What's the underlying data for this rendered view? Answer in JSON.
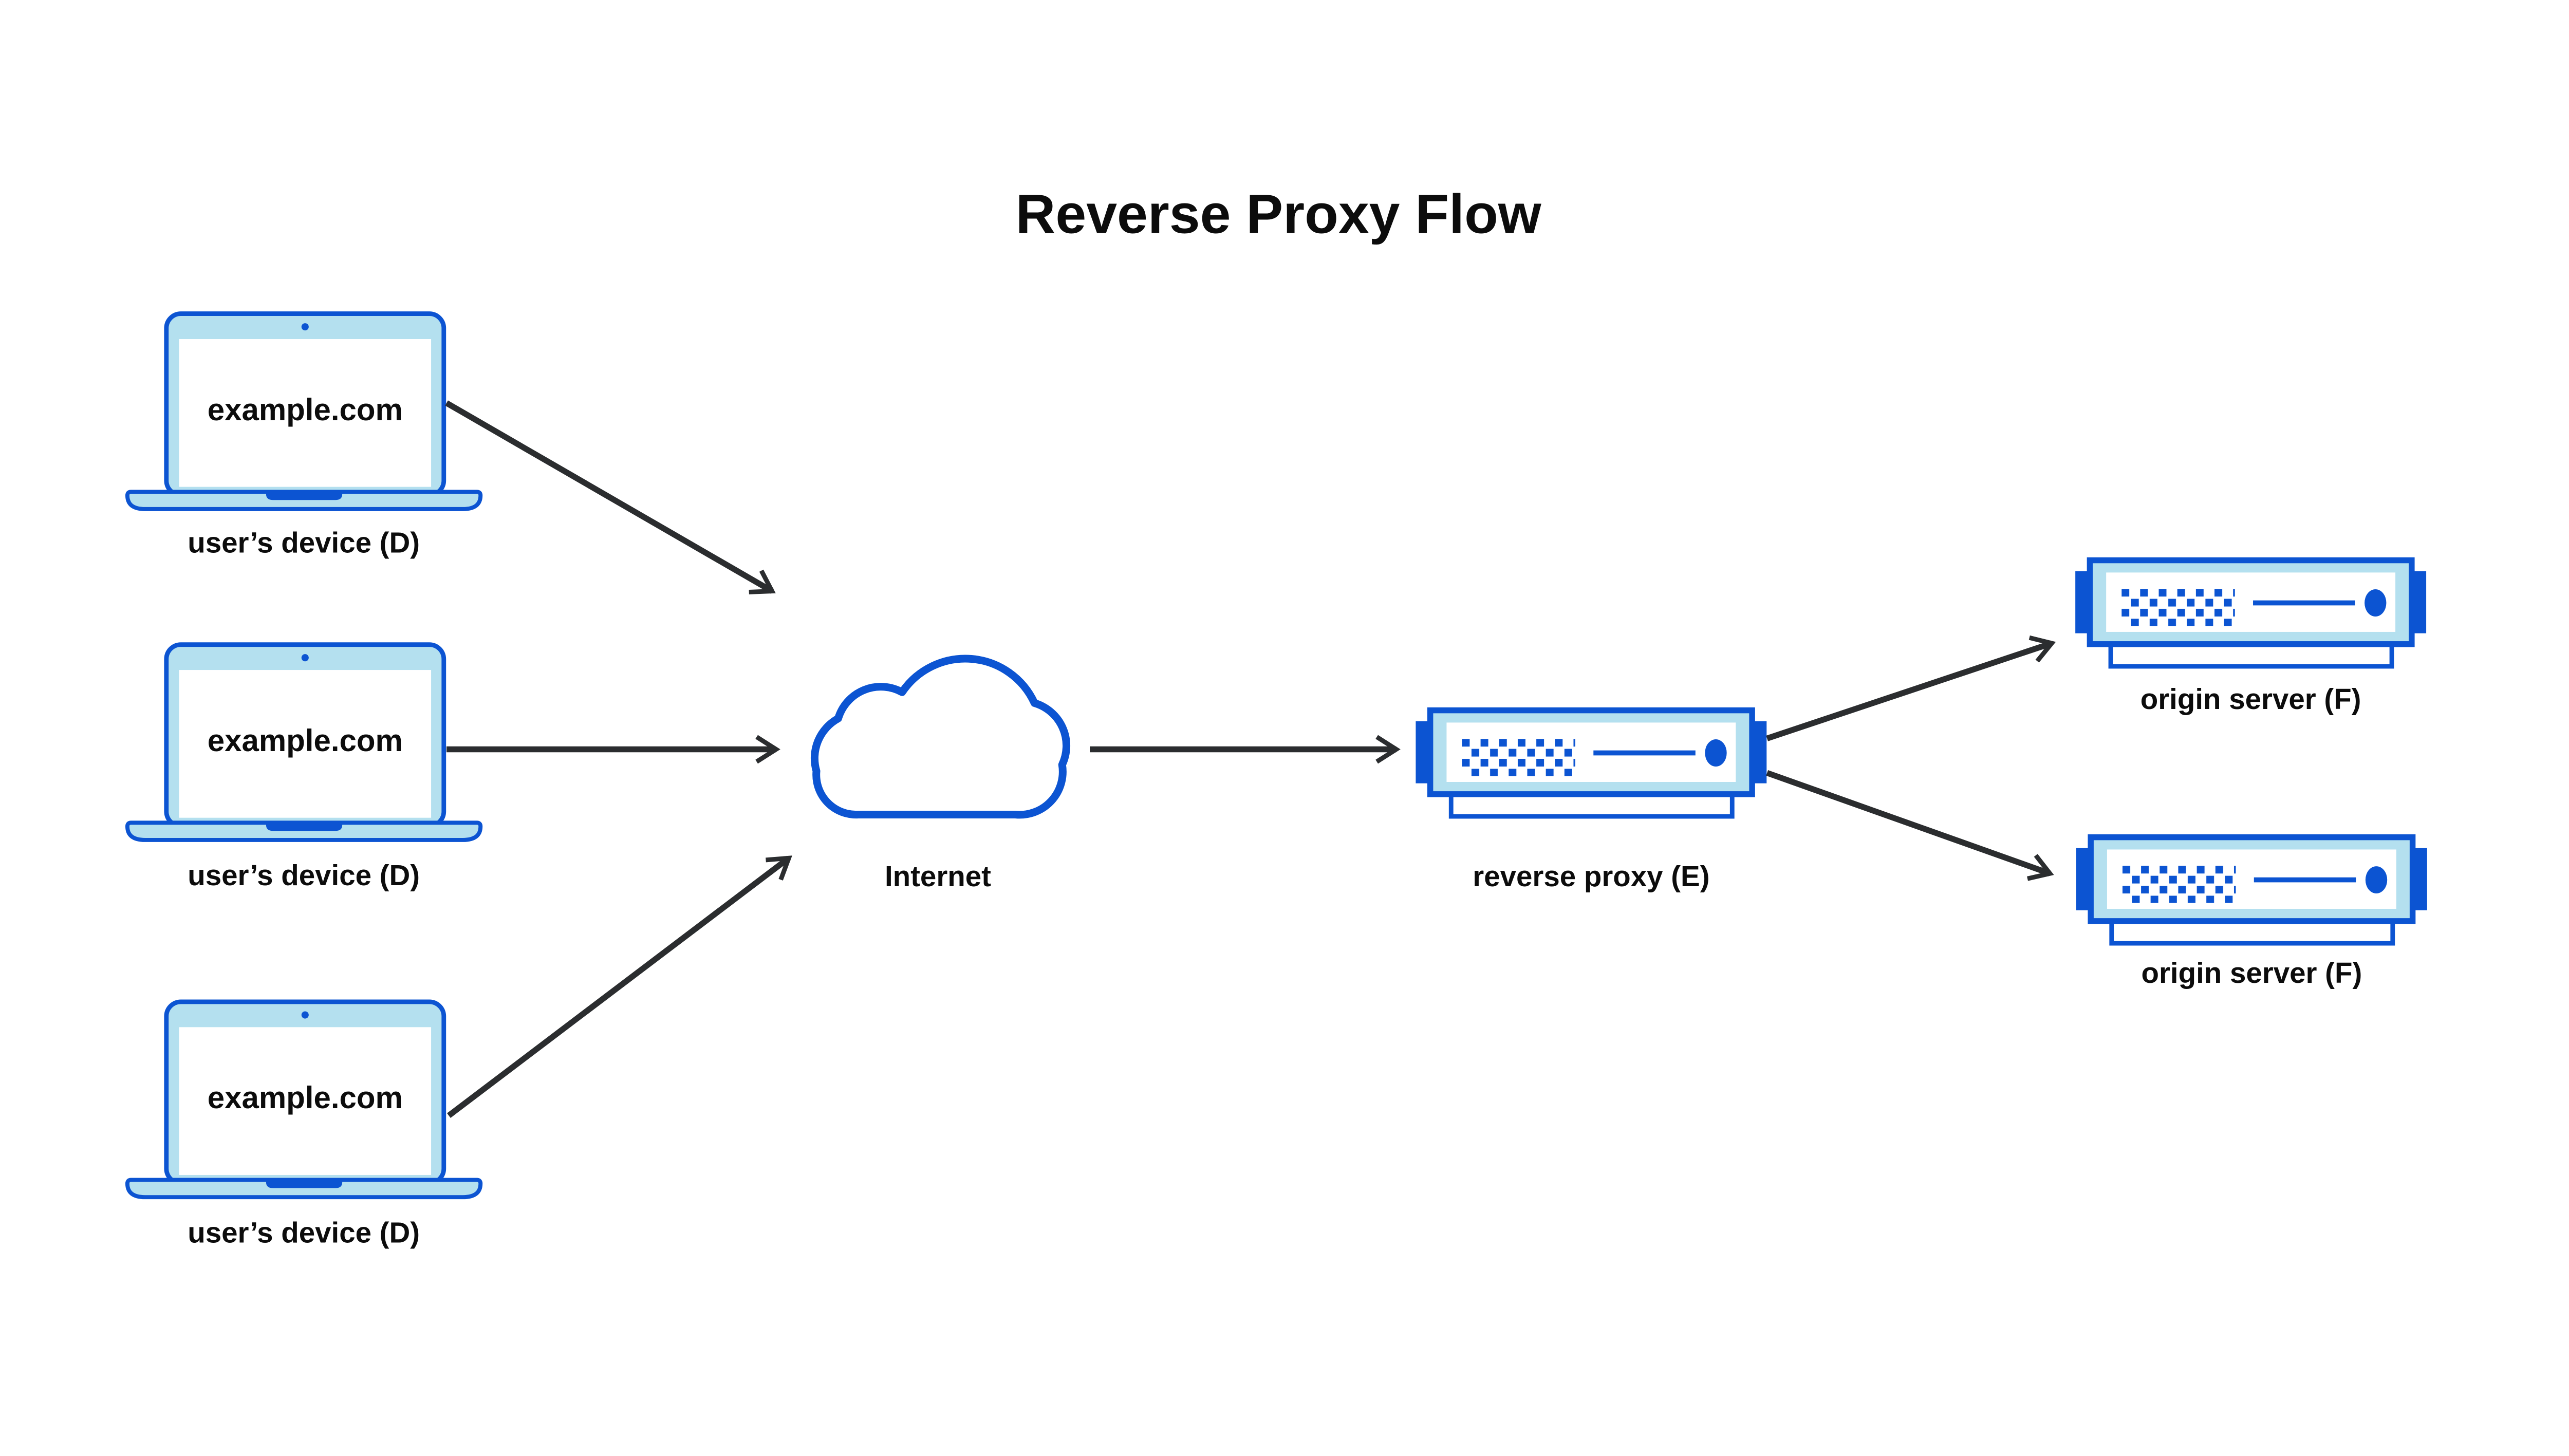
{
  "title": "Reverse Proxy Flow",
  "colors": {
    "blue": "#0c54d2",
    "light_blue": "#b4e0ef",
    "arrow": "#2b2d2f",
    "text": "#0c0c0c",
    "background": "#ffffff"
  },
  "icons": {
    "device": "laptop-icon",
    "internet": "cloud-icon",
    "server": "server-icon",
    "arrow": "arrow-right-icon"
  },
  "devices": [
    {
      "screen_text": "example.com",
      "label": "user’s device (D)"
    },
    {
      "screen_text": "example.com",
      "label": "user’s device (D)"
    },
    {
      "screen_text": "example.com",
      "label": "user’s device (D)"
    }
  ],
  "internet": {
    "label": "Internet"
  },
  "reverse_proxy": {
    "label": "reverse proxy (E)"
  },
  "origin_servers": [
    {
      "label": "origin server (F)"
    },
    {
      "label": "origin server (F)"
    }
  ]
}
